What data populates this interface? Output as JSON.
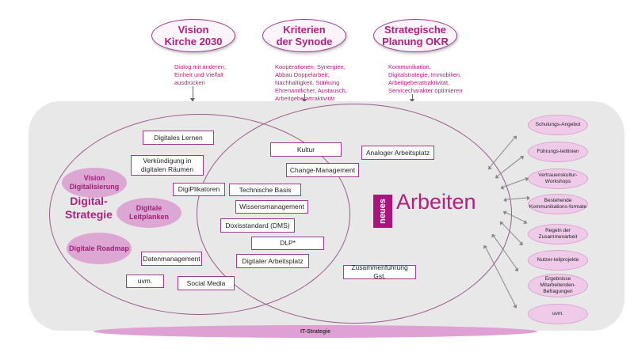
{
  "top": {
    "vision": {
      "title": "Vision Kirche 2030",
      "text": "Dialog mit anderen, Einheit und Vielfalt ausdrücken"
    },
    "kriterien": {
      "title": "Kriterien der Synode",
      "text": "Kooperationen, Synergien, Abbau Doppelarbeit, Nachhaltigkeit, Stärkung Ehrenamtlicher, Austausch, Arbeitgeberattraktivität"
    },
    "planung": {
      "title": "Strategische Planung OKR",
      "text": "Kommunikation, Digitalstrategie, Immobilien, Arbeitgeberattraktivität, Servicecharakter optimieren"
    }
  },
  "left": {
    "label": "Digital-Strategie",
    "bubbles": [
      "Vision Digitalisierung",
      "Digitale Leitplanken",
      "Digitale Roadmap"
    ],
    "boxes": {
      "digitales_lernen": "Digitales Lernen",
      "verkuendigung": "Verkündigung in digitalen Räumen",
      "digiplikatoren": "DigiPlikatoren",
      "datenmanagement": "Datenmanagement",
      "uvm": "uvm.",
      "social_media": "Social Media"
    }
  },
  "center": {
    "kultur": "Kultur",
    "change": "Change-Management",
    "technische_basis": "Technische Basis",
    "wissensmanagement": "Wissensmanagement",
    "doxisstandard": "Doxisstandard (DMS)",
    "dlp": "DLP*",
    "digitaler_arbeitsplatz": "Digitaler Arbeitsplatz"
  },
  "right": {
    "analoger": "Analoger Arbeitsplatz",
    "zusammenfuehrung": "Zusammenführung Gst.",
    "neues": "neues",
    "arbeiten": "Arbeiten"
  },
  "side_items": [
    "Schulungs-Angebot",
    "Führungs-leitlinien",
    "Vertrauenskultur-Workshops",
    "Bestehende Kommunikations-formate",
    "Regeln der Zusammenarbeit",
    "Nutzer-teilprojekte",
    "Ergebnisse Mitarbeitenden-Befragungen",
    "uvm."
  ],
  "base_label": "IT-Strategie",
  "colors": {
    "accent": "#b0207f",
    "stage": "#e8e8e8",
    "bubble": "#dca7d3",
    "neues_bg": "#a8157d"
  }
}
